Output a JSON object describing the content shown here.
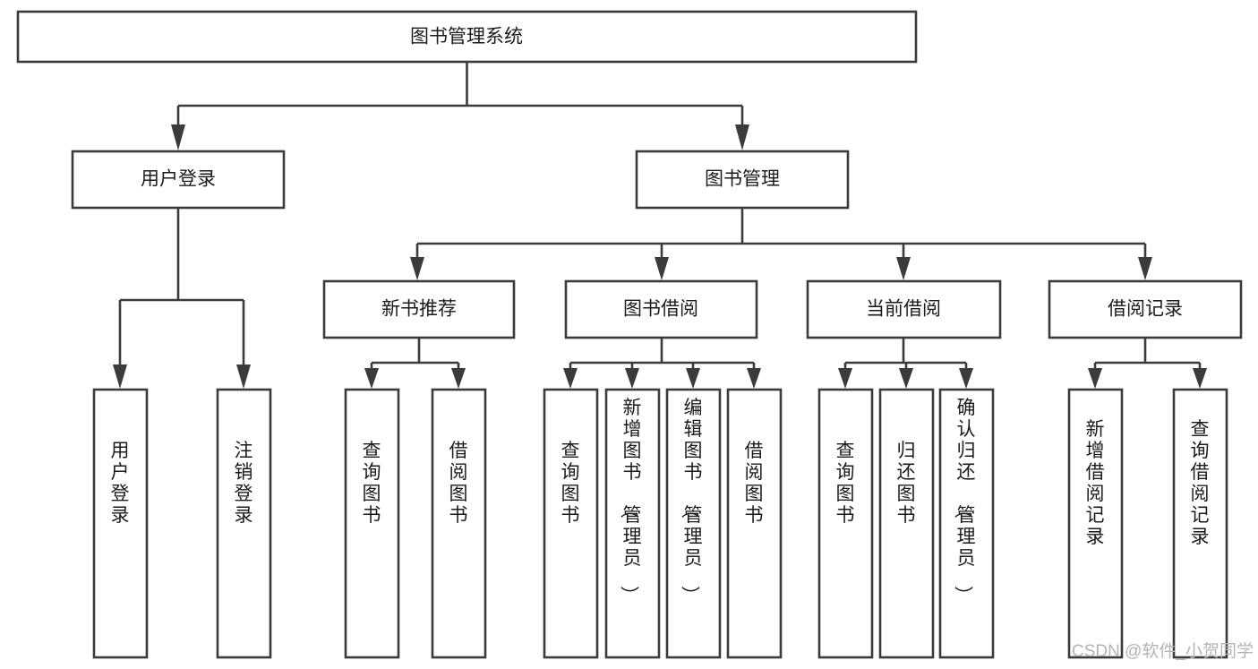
{
  "diagram": {
    "title": "图书管理系统",
    "type": "tree-hierarchy-chart",
    "orientation": "top-down",
    "colors": {
      "box_stroke": "#3b3b3b",
      "box_fill": "#ffffff",
      "connector": "#3b3b3b",
      "text": "#1b1b1b",
      "watermark": "#b4b4b4",
      "background": "#ffffff"
    }
  },
  "root": {
    "id": "root",
    "label": "图书管理系统",
    "orientation": "horizontal"
  },
  "level2": [
    {
      "id": "user-login",
      "label": "用户登录",
      "orientation": "horizontal"
    },
    {
      "id": "book-management",
      "label": "图书管理",
      "orientation": "horizontal"
    }
  ],
  "level3": [
    {
      "id": "new-book-recommend",
      "label": "新书推荐",
      "orientation": "horizontal",
      "parent": "book-management"
    },
    {
      "id": "book-borrow",
      "label": "图书借阅",
      "orientation": "horizontal",
      "parent": "book-management"
    },
    {
      "id": "current-borrow",
      "label": "当前借阅",
      "orientation": "horizontal",
      "parent": "book-management"
    },
    {
      "id": "borrow-record",
      "label": "借阅记录",
      "orientation": "horizontal",
      "parent": "book-management"
    }
  ],
  "leaves": [
    {
      "id": "leaf-user-login",
      "label": "用户登录",
      "orientation": "vertical",
      "parent": "user-login"
    },
    {
      "id": "leaf-logout-login",
      "label": "注销登录",
      "orientation": "vertical",
      "parent": "user-login"
    },
    {
      "id": "leaf-query-book-1",
      "label": "查询图书",
      "orientation": "vertical",
      "parent": "new-book-recommend"
    },
    {
      "id": "leaf-borrow-book-1",
      "label": "借阅图书",
      "orientation": "vertical",
      "parent": "new-book-recommend"
    },
    {
      "id": "leaf-query-book-2",
      "label": "查询图书",
      "orientation": "vertical",
      "parent": "book-borrow"
    },
    {
      "id": "leaf-add-book",
      "label": "新增图书（管理员）",
      "orientation": "vertical",
      "parent": "book-borrow"
    },
    {
      "id": "leaf-edit-book",
      "label": "编辑图书（管理员）",
      "orientation": "vertical",
      "parent": "book-borrow"
    },
    {
      "id": "leaf-borrow-book-2",
      "label": "借阅图书",
      "orientation": "vertical",
      "parent": "book-borrow"
    },
    {
      "id": "leaf-query-book-3",
      "label": "查询图书",
      "orientation": "vertical",
      "parent": "current-borrow"
    },
    {
      "id": "leaf-return-book",
      "label": "归还图书",
      "orientation": "vertical",
      "parent": "current-borrow"
    },
    {
      "id": "leaf-confirm-return",
      "label": "确认归还（管理员）",
      "orientation": "vertical",
      "parent": "current-borrow"
    },
    {
      "id": "leaf-add-borrow-record",
      "label": "新增借阅记录",
      "orientation": "vertical",
      "parent": "borrow-record"
    },
    {
      "id": "leaf-query-borrow-record",
      "label": "查询借阅记录",
      "orientation": "vertical",
      "parent": "borrow-record"
    }
  ],
  "watermark": {
    "text": "CSDN @软件_小贺同学"
  }
}
